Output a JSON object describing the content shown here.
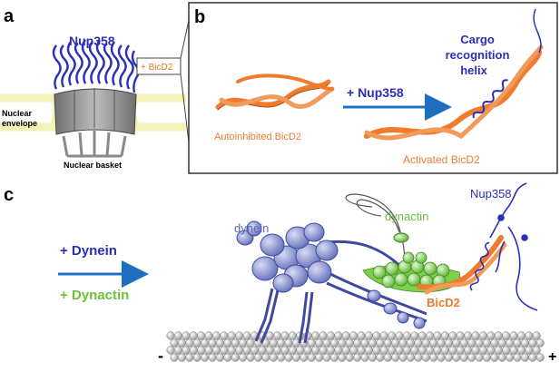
{
  "panel_a": {
    "letter": "a",
    "nup358": "Nup358",
    "bicd2": "+ BicD2",
    "nuclear_envelope": [
      "Nuclear",
      "envelope"
    ],
    "nuclear_basket": "Nuclear basket"
  },
  "panel_b": {
    "letter": "b",
    "cargo": [
      "Cargo",
      "recognition",
      "helix"
    ],
    "plus_nup358": "+ Nup358",
    "autoinhibited": "Autoinhibited BicD2",
    "activated": "Activated BicD2"
  },
  "panel_c": {
    "letter": "c",
    "plus_dynein": "+ Dynein",
    "plus_dynactin": "+ Dynactin",
    "dynein": "dynein",
    "dynactin": "dynactin",
    "nup358": "Nup358",
    "bicd2": "BicD2",
    "minus": "-",
    "plus": "+"
  },
  "colors": {
    "nup_blue": "#2a2fb8",
    "orange": "#f07a2e",
    "arrow_blue": "#1f6fc0",
    "dynactin_green": "#6cc03c",
    "dynein_purple": "#7b86c8"
  }
}
